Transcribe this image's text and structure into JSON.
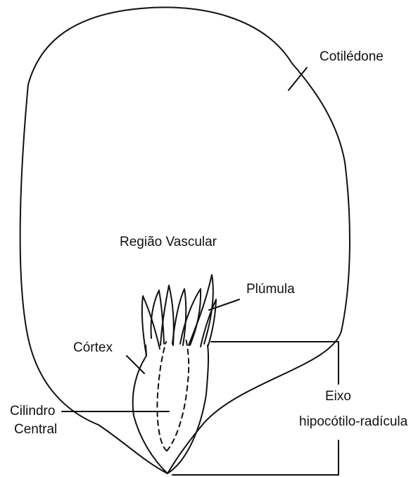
{
  "labels": {
    "cotiledone": "Cotilédone",
    "regiao_vascular": "Região Vascular",
    "plumula": "Plúmula",
    "cortex": "Córtex",
    "cilindro_line1": "Cilindro",
    "cilindro_line2": "Central",
    "eixo_line1": "Eixo",
    "eixo_line2": "hipocótilo-radícula"
  },
  "colors": {
    "stroke": "#111111",
    "background": "#ffffff"
  }
}
